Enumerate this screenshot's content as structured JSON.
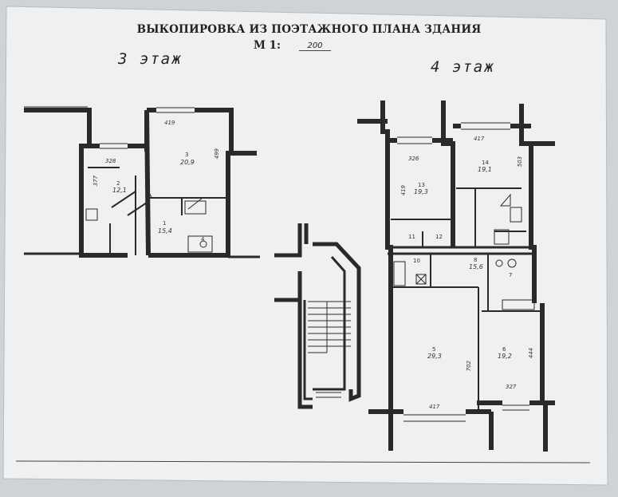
{
  "document": {
    "title": "ВЫКОПИРОВКА ИЗ ПОЭТАЖНОГО ПЛАНА ЗДАНИЯ",
    "scale_label": "М 1:",
    "scale_value": "200"
  },
  "floor3": {
    "label": "3 этаж",
    "dims": {
      "top_right": "419",
      "top_left": "328",
      "side_left": "377",
      "side_right": "499"
    },
    "rooms": [
      {
        "number": "3",
        "area": "20,9"
      },
      {
        "number": "2",
        "area": "12,1"
      },
      {
        "number": "1",
        "area": "15,4"
      },
      {
        "number": "4",
        "area": ""
      }
    ]
  },
  "floor4": {
    "label": "4 этаж",
    "dims": {
      "top_mid": "326",
      "top_right": "417",
      "side_mid": "419",
      "side_right": "503",
      "side_big": "702",
      "side_far": "444",
      "bottom_mid": "417",
      "bottom_right": "327"
    },
    "rooms": [
      {
        "number": "13",
        "area": "19,3"
      },
      {
        "number": "14",
        "area": "19,1"
      },
      {
        "number": "11",
        "area": ""
      },
      {
        "number": "12",
        "area": ""
      },
      {
        "number": "10",
        "area": ""
      },
      {
        "number": "8",
        "area": "15,6"
      },
      {
        "number": "7",
        "area": ""
      },
      {
        "number": "5",
        "area": "29,3"
      },
      {
        "number": "6",
        "area": "19,2"
      }
    ]
  }
}
